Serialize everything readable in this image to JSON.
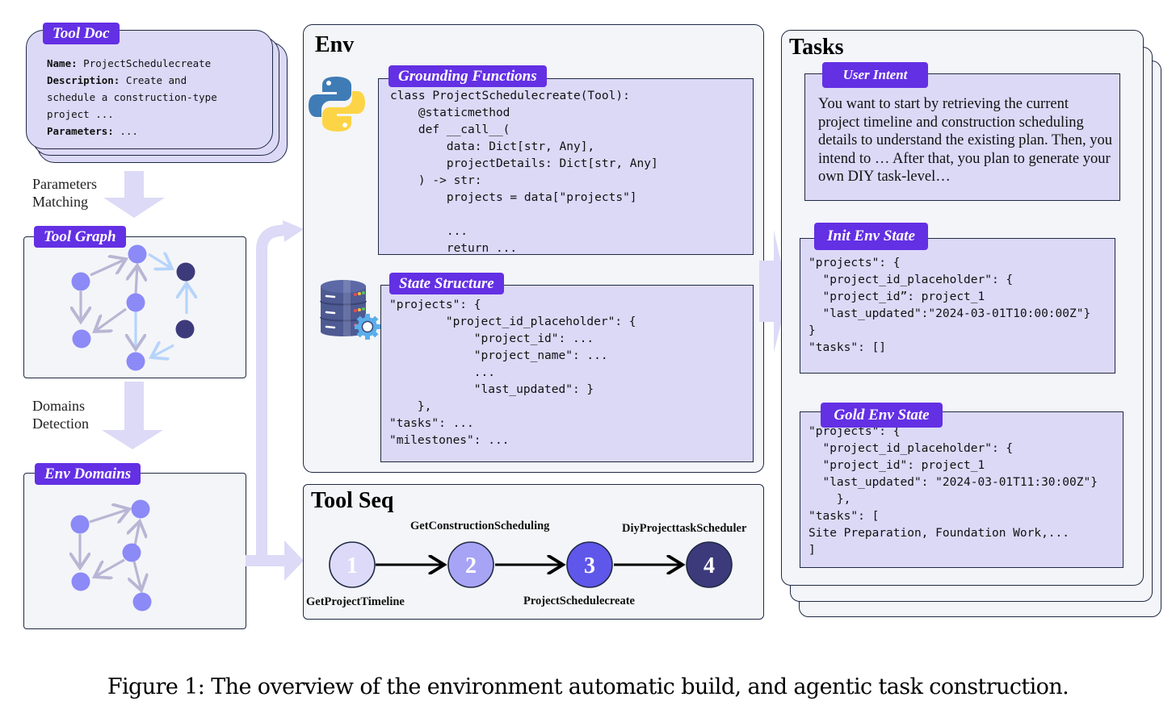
{
  "tool_doc": {
    "badge": "Tool Doc",
    "name_label": "Name:",
    "name_value": " ProjectSchedulecreate",
    "description_label": "Description:",
    "description_value_line1": " Create and",
    "description_value_line2": "schedule a construction-type",
    "description_value_line3": "project ...",
    "parameters_label": "Parameters:",
    "parameters_value": " ..."
  },
  "flow_labels": {
    "parameters_matching_line1": "Parameters",
    "parameters_matching_line2": "Matching",
    "domains_detection_line1": "Domains",
    "domains_detection_line2": "Detection"
  },
  "tool_graph": {
    "badge": "Tool Graph"
  },
  "env_domains": {
    "badge": "Env Domains"
  },
  "env": {
    "title": "Env",
    "grounding_functions": {
      "badge": "Grounding Functions",
      "code": "class ProjectSchedulecreate(Tool):\n    @staticmethod\n    def __call__(\n        data: Dict[str, Any],\n        projectDetails: Dict[str, Any]\n    ) -> str:\n        projects = data[\"projects\"]\n\n        ...\n        return ..."
    },
    "state_structure": {
      "badge": "State Structure",
      "code": "\"projects\": {\n        \"project_id_placeholder\": {\n            \"project_id\": ...\n            \"project_name\": ...\n            ...\n            \"last_updated\": }\n    },\n\"tasks\": ...\n\"milestones\": ..."
    },
    "icons": [
      "python-logo-icon",
      "database-gear-icon"
    ]
  },
  "tool_seq": {
    "title": "Tool Seq",
    "steps": [
      {
        "number": "1",
        "name": "GetProjectTimeline",
        "color": "#dcdaf8"
      },
      {
        "number": "2",
        "name": "GetConstructionScheduling",
        "color": "#a8a4f5"
      },
      {
        "number": "3",
        "name": "ProjectSchedulecreate",
        "color": "#5f57ea"
      },
      {
        "number": "4",
        "name": "DiyProjecttaskScheduler",
        "color": "#3d3a7c"
      }
    ]
  },
  "tasks": {
    "title": "Tasks",
    "user_intent": {
      "badge": "User Intent",
      "text": "You want to start by retrieving the current project timeline and construction scheduling details to understand the existing plan. Then, you intend to … After that, you plan to generate your own DIY task-level…"
    },
    "init_env_state": {
      "badge": "Init Env State",
      "code": "\"projects\": {\n  \"project_id_placeholder\": {\n  \"project_id”: project_1\n  \"last_updated\":\"2024-03-01T10:00:00Z\"}\n}\n\"tasks\": []"
    },
    "gold_env_state": {
      "badge": "Gold Env State",
      "code": "\"projects\": {\n  \"project_id_placeholder\": {\n  \"project_id\": project_1\n  \"last_updated\": \"2024-03-01T11:30:00Z\"}\n    },\n\"tasks\": [\nSite Preparation, Foundation Work,...\n]"
    }
  },
  "caption": "Figure 1: The overview of the environment automatic build, and agentic task construction.",
  "colors": {
    "badge": "#6330e4",
    "panel_bg": "#f4f5f8",
    "code_bg": "#dcd9f7",
    "border": "#1f2a44",
    "flow_arrow": "#dcdaf6",
    "node_light": "#8b8af7",
    "node_dark": "#3d3a7c",
    "edge_gray": "#b8b6d4",
    "edge_blue": "#b6d4fb"
  }
}
